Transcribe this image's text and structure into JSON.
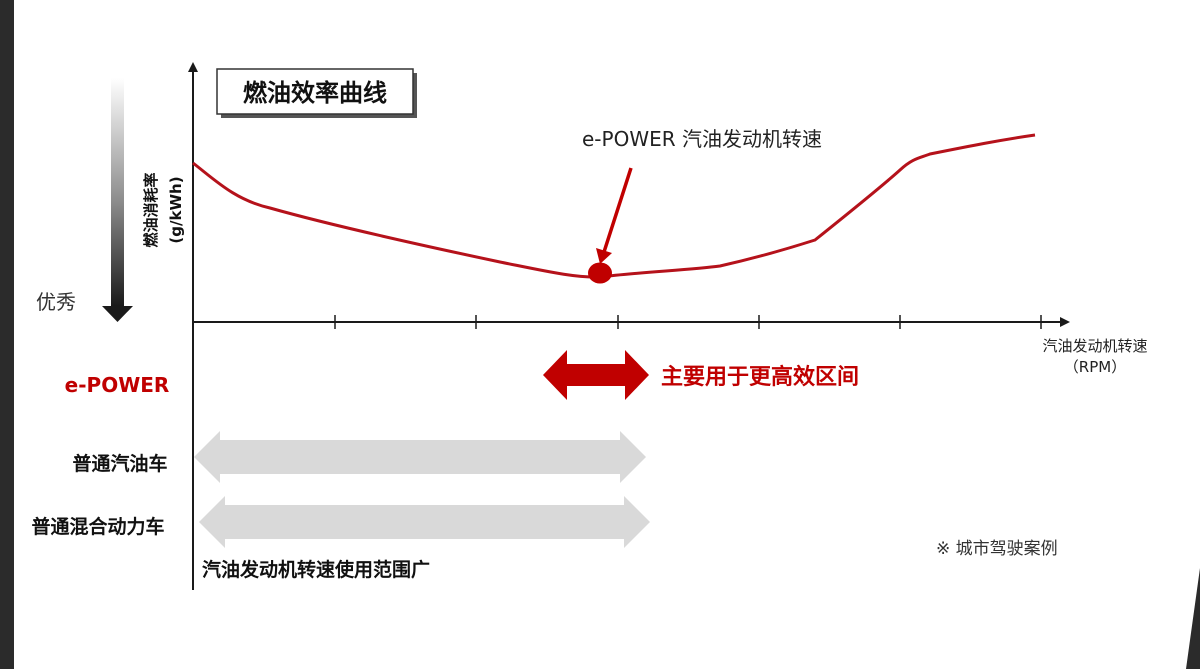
{
  "title": "燃油效率曲线",
  "y_axis_label_line1": "燃油消耗率",
  "y_axis_label_line2": "(g/kWh)",
  "better_label": "优秀",
  "epower_point_label": "e-POWER 汽油发动机转速",
  "x_axis_label_line1": "汽油发动机转速",
  "x_axis_label_line2": "（RPM）",
  "rows": {
    "epower": {
      "label": "e-POWER",
      "range_note": "主要用于更高效区间"
    },
    "gasoline_car": {
      "label": "普通汽油车"
    },
    "hybrid_car": {
      "label": "普通混合动力车"
    }
  },
  "wide_range_note": "汽油发动机转速使用范围广",
  "footnote": "※ 城市驾驶案例",
  "colors": {
    "accent_red": "#c00000",
    "curve_red": "#b5121b",
    "range_gray": "#d9d9d9",
    "axis": "#1a1a1a",
    "page_bg": "#ffffff",
    "frame_bg": "#2b2b2b"
  }
}
